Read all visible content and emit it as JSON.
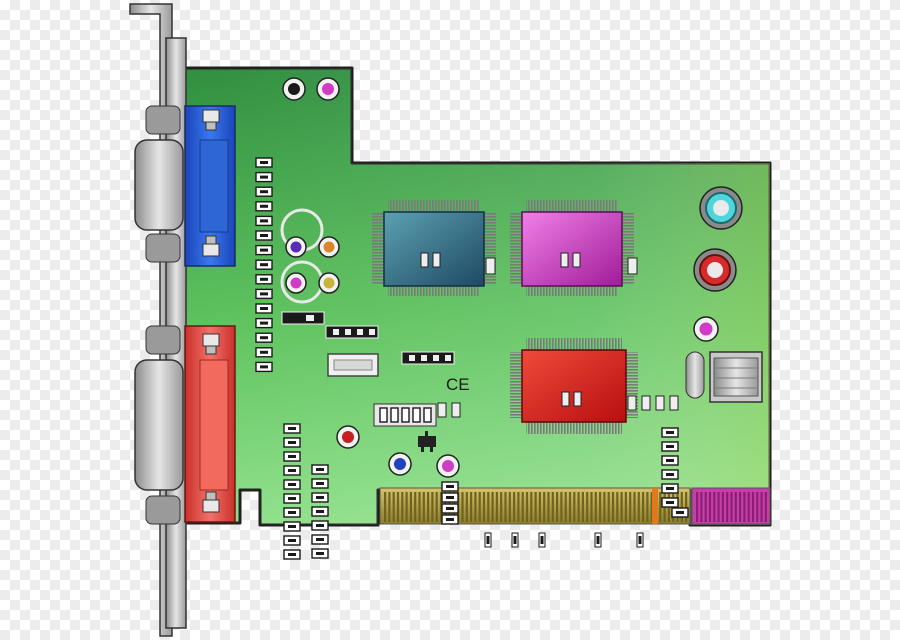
{
  "image": {
    "subject": "pci-expansion-card",
    "markings": {
      "certification_mark": "CE"
    },
    "colors": {
      "pcb_dark": "#2f8f3f",
      "pcb_light": "#8fe08a",
      "chip_blue": "#2c6f86",
      "chip_magenta": "#d23cc8",
      "chip_red": "#d81f1f",
      "port_blue": "#2a5fd8",
      "port_red": "#e0463d",
      "gold_contacts": "#b8a642",
      "bracket_gray": "#c8c8c8"
    },
    "counts": {
      "chips": 3,
      "ports": 2,
      "jacks": 3
    }
  }
}
